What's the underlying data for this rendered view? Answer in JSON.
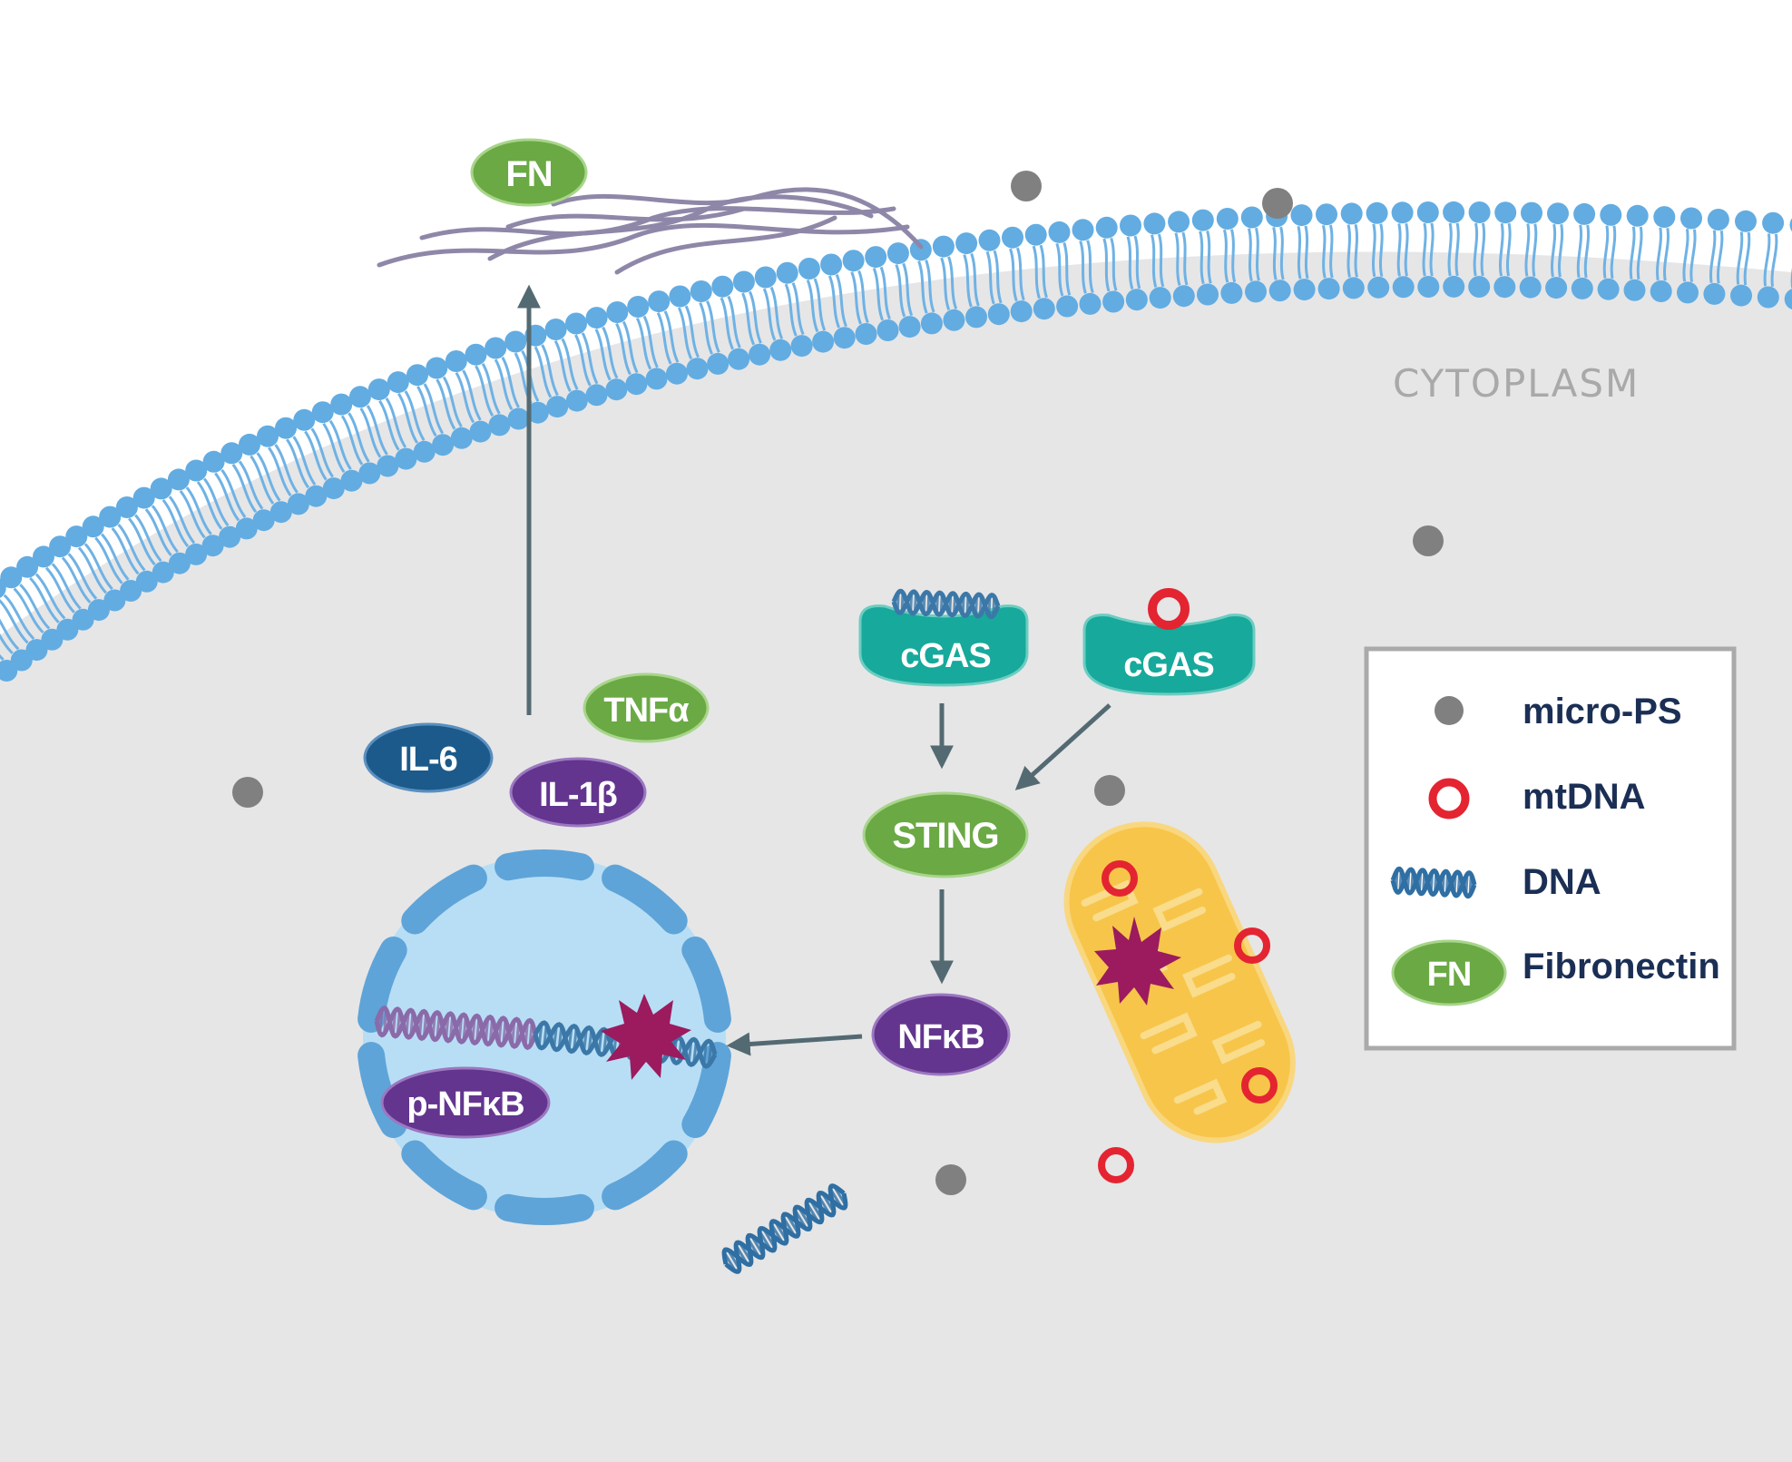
{
  "region_label": "CYTOPLASM",
  "molecules": {
    "fn": "FN",
    "tnfa": "TNFα",
    "il6": "IL-6",
    "il1b": "IL-1β",
    "cgas_dna": "cGAS",
    "cgas_mtdna": "cGAS",
    "sting": "STING",
    "nfkb": "NFκB",
    "p_nfkb": "p-NFκB"
  },
  "legend": {
    "items": [
      {
        "label": "micro-PS",
        "icon": "grey-dot-icon"
      },
      {
        "label": "mtDNA",
        "icon": "red-ring-icon"
      },
      {
        "label": "DNA",
        "icon": "dna-helix-icon"
      },
      {
        "label": "Fibronectin",
        "icon": "fn-oval-icon",
        "icon_text": "FN"
      }
    ]
  },
  "colors": {
    "cytoplasm": "#e6e6e7",
    "membrane_head": "#62ace2",
    "fibronectin_green": "#6aa944",
    "cgas_teal": "#17a99b",
    "purple": "#63358f",
    "il6_blue": "#1b5a8a",
    "nucleus": "#b8def5",
    "nuclear_envelope": "#5ea4d8",
    "mitochondrion": "#f7c54a",
    "damage": "#9b1b5e",
    "mtdna_red": "#e42431",
    "micro_ps": "#808080",
    "arrow": "#546a72"
  }
}
